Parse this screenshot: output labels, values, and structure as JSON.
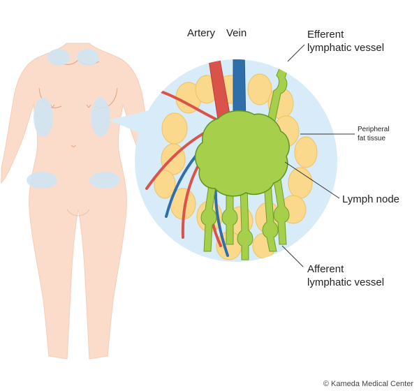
{
  "labels": {
    "artery": "Artery",
    "vein": "Vein",
    "efferent_line1": "Efferent",
    "efferent_line2": "lymphatic vessel",
    "peripheral_line1": "Peripheral",
    "peripheral_line2": "fat tissue",
    "lymph_node": "Lymph node",
    "afferent_line1": "Afferent",
    "afferent_line2": "lymphatic vessel"
  },
  "copyright": "© Kameda Medical Center",
  "colors": {
    "skin": "#fbdccb",
    "skin_outline": "#f0c2a6",
    "lymph_region": "#cfe5f4",
    "circle_bg": "#d7ecf8",
    "fat": "#fbd98c",
    "fat_outline": "#f0c56a",
    "artery": "#d9534a",
    "vein": "#2f6ea8",
    "lymph": "#a6cf4c",
    "lymph_outline": "#6c9f2a"
  }
}
